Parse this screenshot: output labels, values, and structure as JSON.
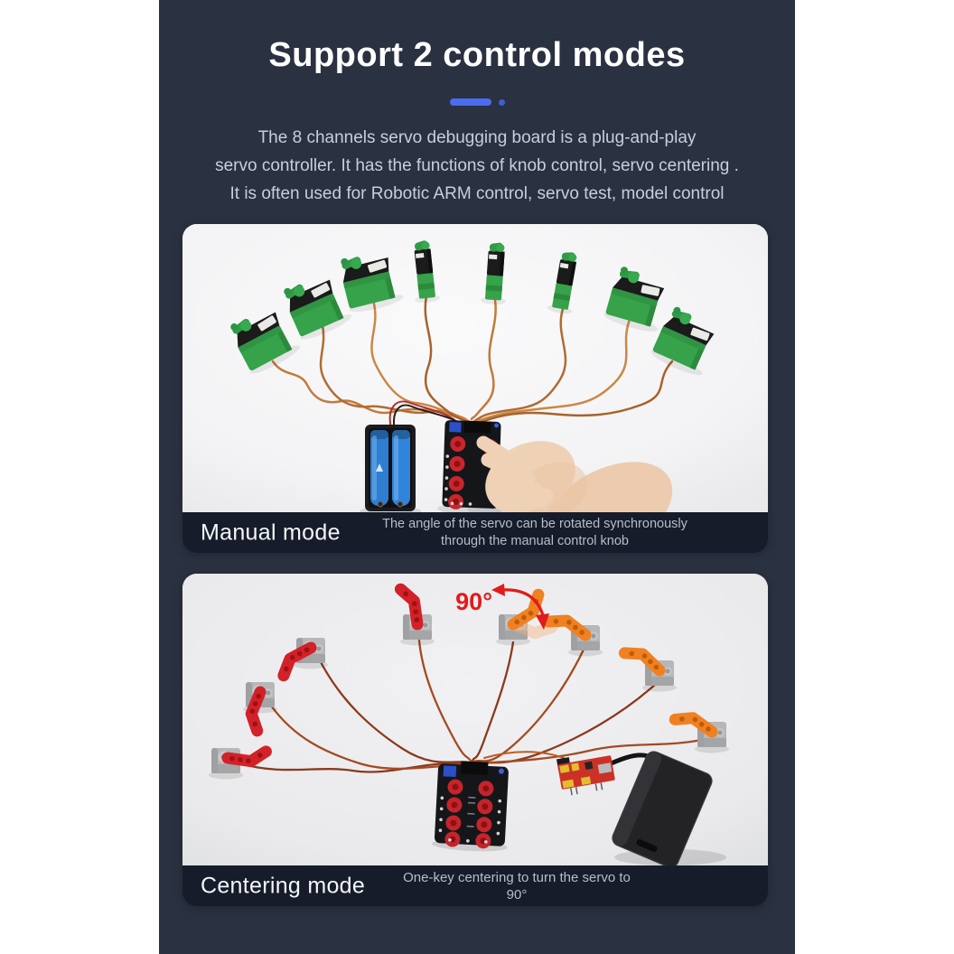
{
  "colors": {
    "page_margin_bg": "#FFFFFF",
    "content_bg": "#2A3140",
    "caption_bar_bg": "#161C2A",
    "accent_blue_bar": "#4A6CF0",
    "accent_blue_dot": "#3D5FD8",
    "title_color": "#FFFFFF",
    "body_text_color": "#C9CEDA",
    "caption_text_color": "#B6BEC9",
    "angle_annotation_red": "#E21B1B"
  },
  "header": {
    "title": "Support 2 control modes",
    "intro_lines": [
      "The 8 channels servo debugging board is a plug-and-play",
      "servo controller. It has the functions of knob control, servo centering .",
      "It is often used for Robotic ARM control, servo test, model control"
    ]
  },
  "sections": [
    {
      "label": "Manual mode",
      "description_lines": [
        "The angle of the servo can be rotated synchronously",
        "through the manual control knob"
      ]
    },
    {
      "label": "Centering mode",
      "description_lines": [
        "One-key centering to turn the servo to 90°"
      ],
      "angle_label": "90°"
    }
  ]
}
